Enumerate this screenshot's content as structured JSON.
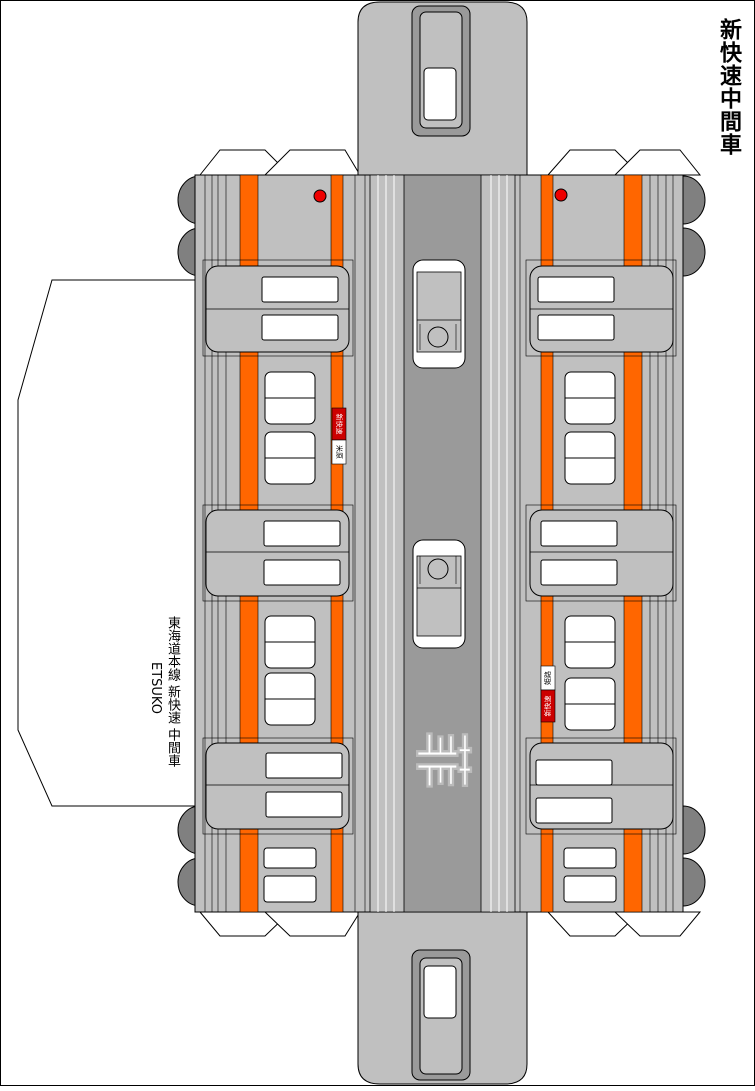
{
  "sheet": {
    "title": "新快速中間車",
    "credit_line": "東海道本線 新快速 中間車",
    "credit_author": "ETSUKO",
    "roof_mark": "菲"
  },
  "signs": {
    "left": {
      "service": "新快速",
      "destination": "米原"
    },
    "right": {
      "service": "新快速",
      "destination": "姫路"
    }
  },
  "colors": {
    "body": "#c0c0c0",
    "roof_walkway": "#9a9a9a",
    "stripe": "#ff6600",
    "lamp": "#ee0000",
    "sign_red": "#cc0000",
    "outline": "#000000",
    "fold_tab": "#808080"
  }
}
